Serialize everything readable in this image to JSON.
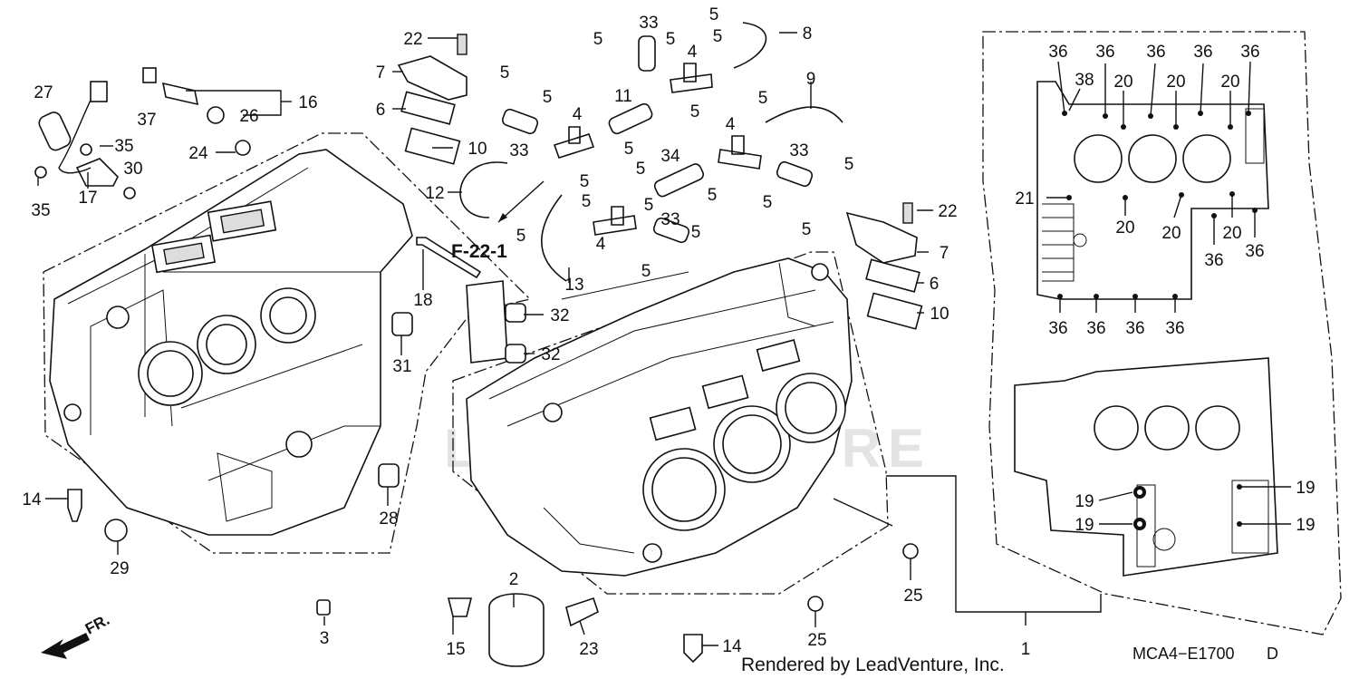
{
  "diagram": {
    "watermark": "LEADVENTURE",
    "ref_label": "F-22-1",
    "diagram_code": "MCA4−E1700",
    "code_suffix": "D",
    "footer": "Rendered by LeadVenture, Inc.",
    "fr_label": "FR.",
    "callouts": [
      {
        "id": "c1",
        "text": "1"
      },
      {
        "id": "c2",
        "text": "2"
      },
      {
        "id": "c3",
        "text": "3"
      },
      {
        "id": "c4a",
        "text": "4"
      },
      {
        "id": "c4b",
        "text": "4"
      },
      {
        "id": "c4c",
        "text": "4"
      },
      {
        "id": "c4d",
        "text": "4"
      },
      {
        "id": "c5a",
        "text": "5"
      },
      {
        "id": "c5b",
        "text": "5"
      },
      {
        "id": "c5c",
        "text": "5"
      },
      {
        "id": "c5d",
        "text": "5"
      },
      {
        "id": "c5e",
        "text": "5"
      },
      {
        "id": "c5f",
        "text": "5"
      },
      {
        "id": "c5g",
        "text": "5"
      },
      {
        "id": "c5h",
        "text": "5"
      },
      {
        "id": "c5i",
        "text": "5"
      },
      {
        "id": "c5j",
        "text": "5"
      },
      {
        "id": "c5k",
        "text": "5"
      },
      {
        "id": "c5l",
        "text": "5"
      },
      {
        "id": "c5m",
        "text": "5"
      },
      {
        "id": "c5n",
        "text": "5"
      },
      {
        "id": "c5o",
        "text": "5"
      },
      {
        "id": "c5p",
        "text": "5"
      },
      {
        "id": "c5q",
        "text": "5"
      },
      {
        "id": "c5r",
        "text": "5"
      },
      {
        "id": "c5s",
        "text": "5"
      },
      {
        "id": "c5t",
        "text": "5"
      },
      {
        "id": "c6a",
        "text": "6"
      },
      {
        "id": "c6b",
        "text": "6"
      },
      {
        "id": "c7a",
        "text": "7"
      },
      {
        "id": "c7b",
        "text": "7"
      },
      {
        "id": "c8",
        "text": "8"
      },
      {
        "id": "c9",
        "text": "9"
      },
      {
        "id": "c10a",
        "text": "10"
      },
      {
        "id": "c10b",
        "text": "10"
      },
      {
        "id": "c11",
        "text": "11"
      },
      {
        "id": "c12",
        "text": "12"
      },
      {
        "id": "c13",
        "text": "13"
      },
      {
        "id": "c14a",
        "text": "14"
      },
      {
        "id": "c14b",
        "text": "14"
      },
      {
        "id": "c15",
        "text": "15"
      },
      {
        "id": "c16",
        "text": "16"
      },
      {
        "id": "c17",
        "text": "17"
      },
      {
        "id": "c18",
        "text": "18"
      },
      {
        "id": "c19a",
        "text": "19"
      },
      {
        "id": "c19b",
        "text": "19"
      },
      {
        "id": "c19c",
        "text": "19"
      },
      {
        "id": "c19d",
        "text": "19"
      },
      {
        "id": "c20a",
        "text": "20"
      },
      {
        "id": "c20b",
        "text": "20"
      },
      {
        "id": "c20c",
        "text": "20"
      },
      {
        "id": "c20d",
        "text": "20"
      },
      {
        "id": "c20e",
        "text": "20"
      },
      {
        "id": "c20f",
        "text": "20"
      },
      {
        "id": "c21",
        "text": "21"
      },
      {
        "id": "c22a",
        "text": "22"
      },
      {
        "id": "c22b",
        "text": "22"
      },
      {
        "id": "c23",
        "text": "23"
      },
      {
        "id": "c24",
        "text": "24"
      },
      {
        "id": "c25a",
        "text": "25"
      },
      {
        "id": "c25b",
        "text": "25"
      },
      {
        "id": "c26",
        "text": "26"
      },
      {
        "id": "c27",
        "text": "27"
      },
      {
        "id": "c28",
        "text": "28"
      },
      {
        "id": "c29",
        "text": "29"
      },
      {
        "id": "c30",
        "text": "30"
      },
      {
        "id": "c31",
        "text": "31"
      },
      {
        "id": "c32a",
        "text": "32"
      },
      {
        "id": "c32b",
        "text": "32"
      },
      {
        "id": "c33a",
        "text": "33"
      },
      {
        "id": "c33b",
        "text": "33"
      },
      {
        "id": "c33c",
        "text": "33"
      },
      {
        "id": "c33d",
        "text": "33"
      },
      {
        "id": "c34",
        "text": "34"
      },
      {
        "id": "c35a",
        "text": "35"
      },
      {
        "id": "c35b",
        "text": "35"
      },
      {
        "id": "c36a",
        "text": "36"
      },
      {
        "id": "c36b",
        "text": "36"
      },
      {
        "id": "c36c",
        "text": "36"
      },
      {
        "id": "c36d",
        "text": "36"
      },
      {
        "id": "c36e",
        "text": "36"
      },
      {
        "id": "c36f",
        "text": "36"
      },
      {
        "id": "c36g",
        "text": "36"
      },
      {
        "id": "c36h",
        "text": "36"
      },
      {
        "id": "c36i",
        "text": "36"
      },
      {
        "id": "c36j",
        "text": "36"
      },
      {
        "id": "c36k",
        "text": "36"
      },
      {
        "id": "c37",
        "text": "37"
      },
      {
        "id": "c38",
        "text": "38"
      }
    ]
  }
}
